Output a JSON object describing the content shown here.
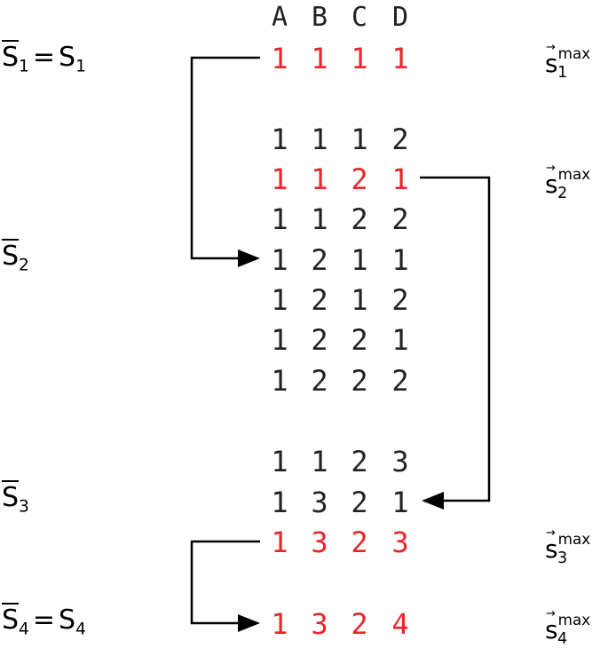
{
  "colors": {
    "highlight": "#e8262a",
    "normal": "#222222",
    "line": "#000000"
  },
  "columns": [
    "A",
    "B",
    "C",
    "D"
  ],
  "rows": [
    {
      "values": [
        "1",
        "1",
        "1",
        "1"
      ],
      "highlight": true
    },
    {
      "values": [
        "1",
        "1",
        "1",
        "2"
      ],
      "highlight": false
    },
    {
      "values": [
        "1",
        "1",
        "2",
        "1"
      ],
      "highlight": true
    },
    {
      "values": [
        "1",
        "1",
        "2",
        "2"
      ],
      "highlight": false
    },
    {
      "values": [
        "1",
        "2",
        "1",
        "1"
      ],
      "highlight": false
    },
    {
      "values": [
        "1",
        "2",
        "1",
        "2"
      ],
      "highlight": false
    },
    {
      "values": [
        "1",
        "2",
        "2",
        "1"
      ],
      "highlight": false
    },
    {
      "values": [
        "1",
        "2",
        "2",
        "2"
      ],
      "highlight": false
    },
    {
      "values": [
        "1",
        "1",
        "2",
        "3"
      ],
      "highlight": false
    },
    {
      "values": [
        "1",
        "3",
        "2",
        "1"
      ],
      "highlight": false
    },
    {
      "values": [
        "1",
        "3",
        "2",
        "3"
      ],
      "highlight": true
    },
    {
      "values": [
        "1",
        "3",
        "2",
        "4"
      ],
      "highlight": true
    }
  ],
  "set_labels": {
    "s1": {
      "base": "S",
      "sub": "1",
      "eq": "=",
      "rhs": "S",
      "rhs_sub": "1"
    },
    "s2": {
      "base": "S",
      "sub": "2"
    },
    "s3": {
      "base": "S",
      "sub": "3"
    },
    "s4": {
      "base": "S",
      "sub": "4",
      "eq": "=",
      "rhs": "S",
      "rhs_sub": "4"
    }
  },
  "vector_labels": [
    {
      "base": "s",
      "arrow": "→",
      "sup": "max",
      "sub": "1"
    },
    {
      "base": "s",
      "arrow": "→",
      "sup": "max",
      "sub": "2"
    },
    {
      "base": "s",
      "arrow": "→",
      "sup": "max",
      "sub": "3"
    },
    {
      "base": "s",
      "arrow": "→",
      "sup": "max",
      "sub": "4"
    }
  ]
}
